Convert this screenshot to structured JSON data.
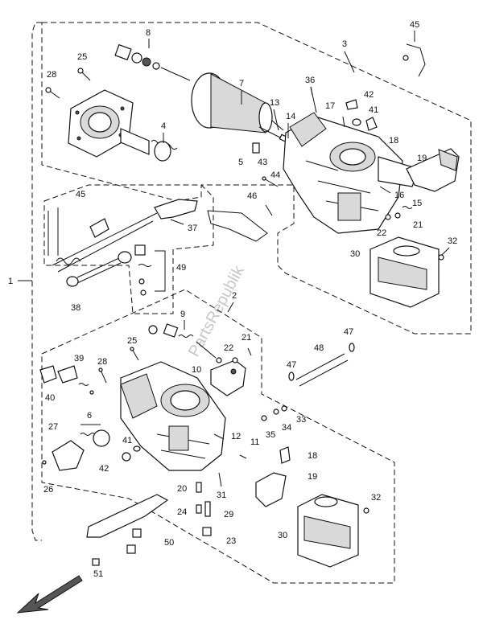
{
  "watermark": "PartsRepublik",
  "callouts": [
    {
      "id": "c1",
      "text": "1"
    },
    {
      "id": "c2",
      "text": "2"
    },
    {
      "id": "c3",
      "text": "3"
    },
    {
      "id": "c4",
      "text": "4"
    },
    {
      "id": "c5a",
      "text": "5"
    },
    {
      "id": "c6",
      "text": "6"
    },
    {
      "id": "c7",
      "text": "7"
    },
    {
      "id": "c8",
      "text": "8"
    },
    {
      "id": "c9",
      "text": "9"
    },
    {
      "id": "c10",
      "text": "10"
    },
    {
      "id": "c11",
      "text": "11"
    },
    {
      "id": "c12",
      "text": "12"
    },
    {
      "id": "c13",
      "text": "13"
    },
    {
      "id": "c14",
      "text": "14"
    },
    {
      "id": "c15",
      "text": "15"
    },
    {
      "id": "c16",
      "text": "16"
    },
    {
      "id": "c17",
      "text": "17"
    },
    {
      "id": "c18a",
      "text": "18"
    },
    {
      "id": "c18b",
      "text": "18"
    },
    {
      "id": "c19a",
      "text": "19"
    },
    {
      "id": "c19b",
      "text": "19"
    },
    {
      "id": "c20",
      "text": "20"
    },
    {
      "id": "c21a",
      "text": "21"
    },
    {
      "id": "c21b",
      "text": "21"
    },
    {
      "id": "c22a",
      "text": "22"
    },
    {
      "id": "c22b",
      "text": "22"
    },
    {
      "id": "c23",
      "text": "23"
    },
    {
      "id": "c24",
      "text": "24"
    },
    {
      "id": "c25a",
      "text": "25"
    },
    {
      "id": "c25b",
      "text": "25"
    },
    {
      "id": "c26",
      "text": "26"
    },
    {
      "id": "c27",
      "text": "27"
    },
    {
      "id": "c28a",
      "text": "28"
    },
    {
      "id": "c28b",
      "text": "28"
    },
    {
      "id": "c29",
      "text": "29"
    },
    {
      "id": "c30a",
      "text": "30"
    },
    {
      "id": "c30b",
      "text": "30"
    },
    {
      "id": "c31",
      "text": "31"
    },
    {
      "id": "c32a",
      "text": "32"
    },
    {
      "id": "c32b",
      "text": "32"
    },
    {
      "id": "c33",
      "text": "33"
    },
    {
      "id": "c34",
      "text": "34"
    },
    {
      "id": "c35",
      "text": "35"
    },
    {
      "id": "c36",
      "text": "36"
    },
    {
      "id": "c37",
      "text": "37"
    },
    {
      "id": "c38",
      "text": "38"
    },
    {
      "id": "c39",
      "text": "39"
    },
    {
      "id": "c40",
      "text": "40"
    },
    {
      "id": "c41a",
      "text": "41"
    },
    {
      "id": "c41b",
      "text": "41"
    },
    {
      "id": "c42a",
      "text": "42"
    },
    {
      "id": "c42b",
      "text": "42"
    },
    {
      "id": "c43",
      "text": "43"
    },
    {
      "id": "c44",
      "text": "44"
    },
    {
      "id": "c45a",
      "text": "45"
    },
    {
      "id": "c45b",
      "text": "45"
    },
    {
      "id": "c46",
      "text": "46"
    },
    {
      "id": "c47a",
      "text": "47"
    },
    {
      "id": "c47b",
      "text": "47"
    },
    {
      "id": "c48",
      "text": "48"
    },
    {
      "id": "c49",
      "text": "49"
    },
    {
      "id": "c50",
      "text": "50"
    },
    {
      "id": "c51",
      "text": "51"
    }
  ]
}
